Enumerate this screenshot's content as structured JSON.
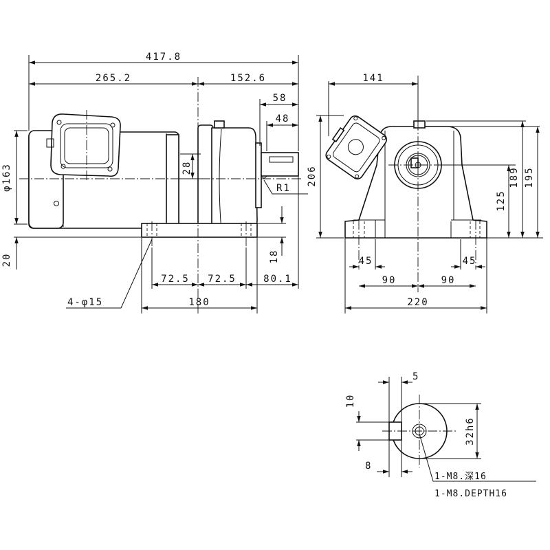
{
  "dimensions": {
    "side": {
      "overall_length": "417.8",
      "motor_length": "265.2",
      "gear_length": "152.6",
      "shaft_58": "58",
      "shaft_48": "48",
      "motor_dia": "φ163",
      "shaft_height_28": "28",
      "radius": "R1",
      "base_20": "20",
      "base_18": "18",
      "hole_spacing_left": "72.5",
      "hole_spacing_right": "72.5",
      "overhang": "80.1",
      "base_length": "180",
      "mount_holes": "4-φ15"
    },
    "front": {
      "width_141": "141",
      "height_206": "206",
      "height_189": "189",
      "height_195": "195",
      "shaft_center_125": "125",
      "foot_left_45": "45",
      "foot_right_45": "45",
      "half_left_90": "90",
      "half_right_90": "90",
      "base_width": "220"
    },
    "shaft_end": {
      "key_width": "5",
      "key_10": "10",
      "key_8": "8",
      "shaft_dia": "32h6",
      "tap_note_jp": "1-M8.深16",
      "tap_note_en": "1-M8.DEPTH16"
    }
  }
}
